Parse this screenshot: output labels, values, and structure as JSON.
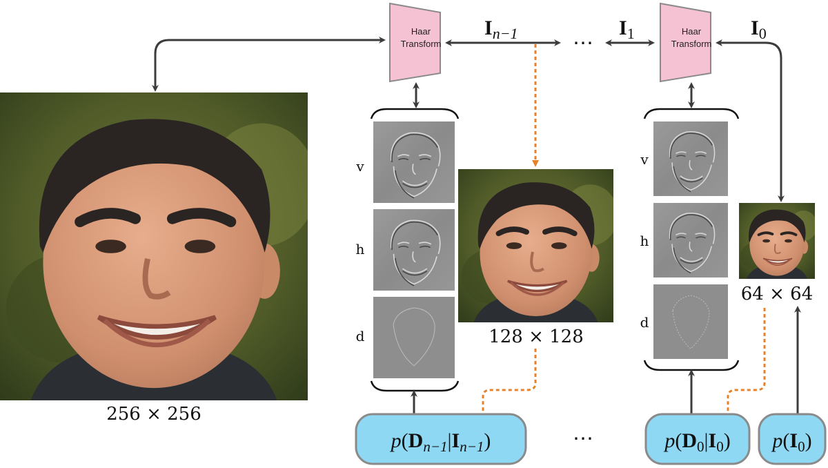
{
  "transform": {
    "left_label": [
      "Haar",
      "Transform"
    ],
    "right_label": [
      "Haar",
      "Transform"
    ]
  },
  "signals": {
    "i_n_minus_1": {
      "base": "I",
      "sub": "n−1"
    },
    "i_1": {
      "base": "I",
      "sub": "1"
    },
    "i_0": {
      "base": "I",
      "sub": "0"
    },
    "ellipsis_top": "⋯",
    "ellipsis_bottom": "⋯"
  },
  "subbands": {
    "labels": [
      "v",
      "h",
      "d"
    ]
  },
  "resolutions": {
    "large": "256 × 256",
    "medium": "128 × 128",
    "small": "64 × 64"
  },
  "distributions": {
    "left": {
      "p": "p",
      "D": "D",
      "D_sub": "n−1",
      "I": "I",
      "I_sub": "n−1"
    },
    "middle": {
      "p": "p",
      "D": "D",
      "D_sub": "0",
      "I": "I",
      "I_sub": "0"
    },
    "right": {
      "p": "p",
      "I": "I",
      "I_sub": "0"
    }
  },
  "colors": {
    "transform_fill": "#f4c2d3",
    "transform_stroke": "#8a8a8a",
    "node_fill": "#8fd8f3",
    "node_stroke": "#8a8a8a",
    "arrow": "#3c3c3c",
    "conditioning_arrow": "#e8822a",
    "detail_gray": "#8e8e8e"
  },
  "photos": {
    "large": "face-256",
    "medium": "face-128",
    "small": "face-64"
  }
}
